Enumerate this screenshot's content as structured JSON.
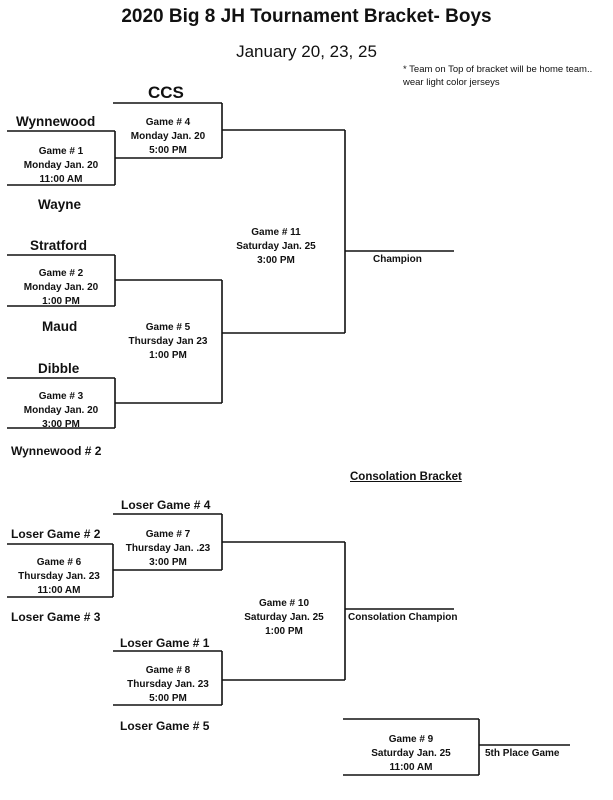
{
  "header": {
    "title": "2020 Big 8 JH Tournament Bracket- Boys",
    "dates": "January 20, 23, 25",
    "note_line1": "* Team on Top of bracket will be home team..",
    "note_line2": "wear light color jerseys"
  },
  "main_bracket": {
    "teams": {
      "ccs": "CCS",
      "wynnewood": "Wynnewood",
      "wayne": "Wayne",
      "stratford": "Stratford",
      "maud": "Maud",
      "dibble": "Dibble",
      "wynnewood2": "Wynnewood # 2"
    },
    "game1": {
      "name": "Game # 1",
      "day": "Monday Jan. 20",
      "time": "11:00 AM"
    },
    "game2": {
      "name": "Game # 2",
      "day": "Monday Jan. 20",
      "time": "1:00 PM"
    },
    "game3": {
      "name": "Game # 3",
      "day": "Monday Jan. 20",
      "time": "3:00 PM"
    },
    "game4": {
      "name": "Game # 4",
      "day": "Monday Jan. 20",
      "time": "5:00 PM"
    },
    "game5": {
      "name": "Game # 5",
      "day": "Thursday Jan 23",
      "time": "1:00 PM"
    },
    "game11": {
      "name": "Game # 11",
      "day": "Saturday Jan. 25",
      "time": "3:00 PM"
    },
    "champion": "Champion"
  },
  "consolation": {
    "heading": "Consolation Bracket",
    "teams": {
      "loser4": "Loser Game # 4",
      "loser2": "Loser Game # 2",
      "loser3": "Loser Game # 3",
      "loser1": "Loser Game # 1",
      "loser5": "Loser Game # 5"
    },
    "game6": {
      "name": "Game # 6",
      "day": "Thursday Jan. 23",
      "time": "11:00 AM"
    },
    "game7": {
      "name": "Game # 7",
      "day": "Thursday Jan. .23",
      "time": "3:00 PM"
    },
    "game8": {
      "name": "Game # 8",
      "day": "Thursday Jan. 23",
      "time": "5:00 PM"
    },
    "game10": {
      "name": "Game # 10",
      "day": "Saturday Jan. 25",
      "time": "1:00 PM"
    },
    "game9": {
      "name": "Game # 9",
      "day": "Saturday Jan. 25",
      "time": "11:00 AM"
    },
    "consolation_champion": "Consolation Champion",
    "fifth_place": "5th Place Game"
  }
}
